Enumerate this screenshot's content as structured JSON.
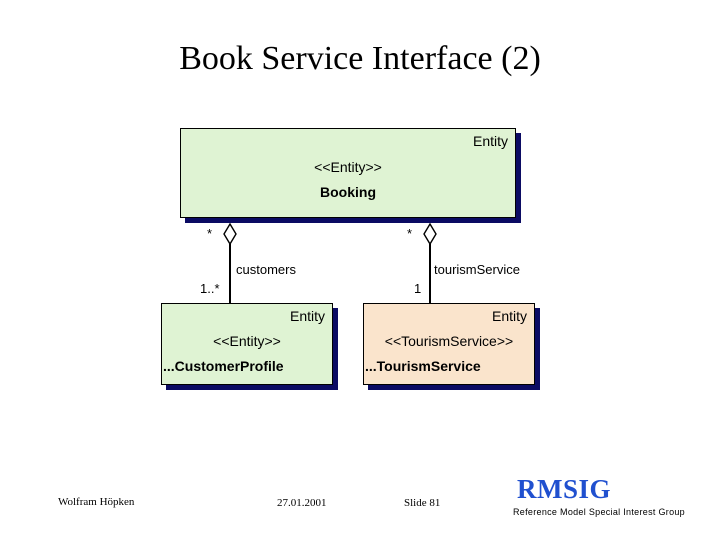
{
  "slide": {
    "title": "Book Service Interface (2)"
  },
  "diagram": {
    "type": "uml-class-diagram",
    "classes": [
      {
        "id": "booking",
        "entity_tag": "Entity",
        "stereotype": "<<Entity>>",
        "name": "Booking",
        "fill": "#dff3d3"
      },
      {
        "id": "customer-profile",
        "entity_tag": "Entity",
        "stereotype": "<<Entity>>",
        "name": "...CustomerProfile",
        "fill": "#dff3d3"
      },
      {
        "id": "tourism-service",
        "entity_tag": "Entity",
        "stereotype": "<<TourismService>>",
        "name": "...TourismService",
        "fill": "#fae4cc"
      }
    ],
    "associations": [
      {
        "id": "booking-customers",
        "from": "booking",
        "to": "customer-profile",
        "kind": "aggregation",
        "role": "customers",
        "source_multiplicity": "*",
        "target_multiplicity": "1..*"
      },
      {
        "id": "booking-tourismservice",
        "from": "booking",
        "to": "tourism-service",
        "kind": "aggregation",
        "role": "tourismService",
        "source_multiplicity": "*",
        "target_multiplicity": "1"
      }
    ],
    "colors": {
      "entity_green": "#dff3d3",
      "service_peach": "#fae4cc",
      "shadow_navy": "#0b0b63",
      "outline": "#000000"
    }
  },
  "footer": {
    "author": "Wolfram Höpken",
    "date": "27.01.2001",
    "slide_number": "Slide 81",
    "logo_mark": "RMSIG",
    "logo_tagline": "Reference Model Special Interest Group",
    "logo_color": "#2050cf"
  }
}
